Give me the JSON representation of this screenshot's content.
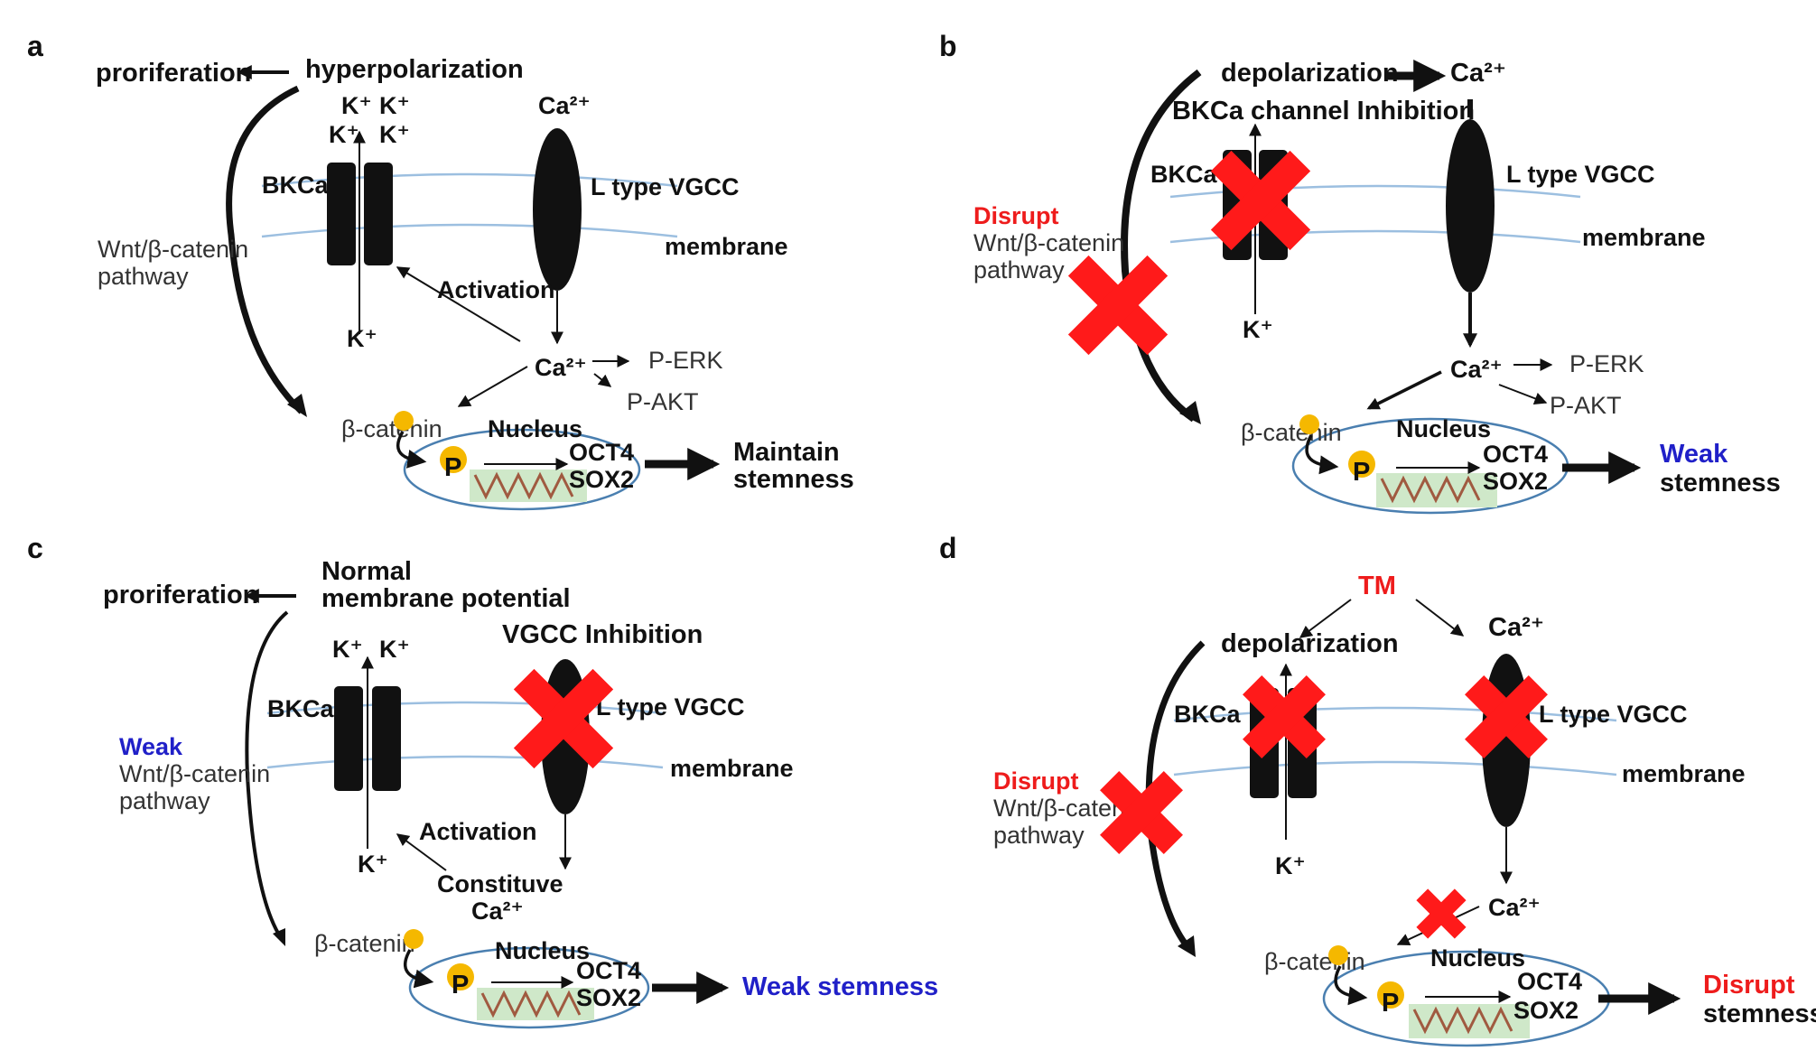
{
  "panels": {
    "a": {
      "letter": "a",
      "proliferation": "proriferation",
      "state": "hyperpolarization",
      "k1": "K⁺",
      "k2": "K⁺",
      "k3": "K⁺",
      "k4": "K⁺",
      "k_in": "K⁺",
      "ca_top": "Ca²⁺",
      "bkca": "BKCa",
      "vgcc": "L type VGCC",
      "membrane": "membrane",
      "wnt1": "Wnt/β-catenin",
      "wnt2": "pathway",
      "activation": "Activation",
      "ca_in": "Ca²⁺",
      "perk": "P-ERK",
      "pakt": "P-AKT",
      "bcat": "β-catenin",
      "nucleus": "Nucleus",
      "p": "P",
      "oct4": "OCT4",
      "sox2": "SOX2",
      "out1": "Maintain",
      "out2": "stemness"
    },
    "b": {
      "letter": "b",
      "state": "depolarization",
      "ca_top": "Ca²⁺",
      "inhibition": "BKCa channel Inhibition",
      "bkca": "BKCa",
      "vgcc": "L type VGCC",
      "membrane": "membrane",
      "disrupt": "Disrupt",
      "wnt1": "Wnt/β-catenin",
      "wnt2": "pathway",
      "k_in": "K⁺",
      "ca_in": "Ca²⁺",
      "perk": "P-ERK",
      "pakt": "P-AKT",
      "bcat": "β-catenin",
      "nucleus": "Nucleus",
      "p": "P",
      "oct4": "OCT4",
      "sox2": "SOX2",
      "out1": "Weak",
      "out2": "stemness"
    },
    "c": {
      "letter": "c",
      "proliferation": "proriferation",
      "state1": "Normal",
      "state2": "membrane potential",
      "k1": "K⁺",
      "k2": "K⁺",
      "k_in": "K⁺",
      "inhibition": "VGCC Inhibition",
      "bkca": "BKCa",
      "vgcc": "L type VGCC",
      "membrane": "membrane",
      "weak": "Weak",
      "wnt1": "Wnt/β-catenin",
      "wnt2": "pathway",
      "activation": "Activation",
      "ca1": "Constituve",
      "ca2": "Ca²⁺",
      "bcat": "β-catenin",
      "nucleus": "Nucleus",
      "p": "P",
      "oct4": "OCT4",
      "sox2": "SOX2",
      "out": "Weak stemness"
    },
    "d": {
      "letter": "d",
      "tm": "TM",
      "state": "depolarization",
      "ca_top": "Ca²⁺",
      "bkca": "BKCa",
      "vgcc": "L type VGCC",
      "membrane": "membrane",
      "disrupt": "Disrupt",
      "wnt1": "Wnt/β-catenin",
      "wnt2": "pathway",
      "k_in": "K⁺",
      "ca_in": "Ca²⁺",
      "bcat": "β-catenin",
      "nucleus": "Nucleus",
      "p": "P",
      "oct4": "OCT4",
      "sox2": "SOX2",
      "out1": "Disrupt",
      "out2": "stemness"
    }
  },
  "colors": {
    "inhibit_red": "#ee1c1c",
    "weak_blue": "#2020c8",
    "membrane_line": "#9cbfe0",
    "nucleus_outline": "#4a7fb0",
    "beta_catenin_ball": "#f5b800",
    "dna_box": "#cfe8c9"
  }
}
